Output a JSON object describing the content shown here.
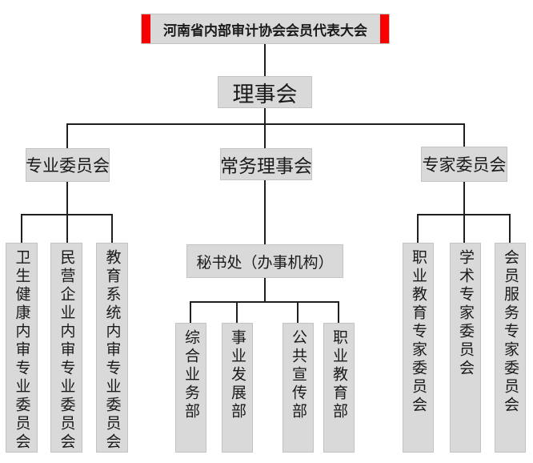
{
  "diagram": {
    "type": "org-chart",
    "root": {
      "label": "河南省内部审计协会会员代表大会"
    },
    "board": {
      "label": "理事会"
    },
    "branches": {
      "professional": {
        "label": "专业委员会",
        "children": [
          {
            "label": "卫生健康内审专业委员会"
          },
          {
            "label": "民营企业内审专业委员会"
          },
          {
            "label": "教育系统内审专业委员会"
          }
        ]
      },
      "standing": {
        "label": "常务理事会",
        "secretariat": {
          "label": "秘书处（办事机构）"
        },
        "departments": [
          {
            "label": "综合业务部"
          },
          {
            "label": "事业发展部"
          },
          {
            "label": "公共宣传部"
          },
          {
            "label": "职业教育部"
          }
        ]
      },
      "expert": {
        "label": "专家委员会",
        "children": [
          {
            "label": "职业教育专家委员会"
          },
          {
            "label": "学术专家委员会"
          },
          {
            "label": "会员服务专家委员会"
          }
        ]
      }
    },
    "colors": {
      "box_fill": "#d9d9d9",
      "box_border": "#c3c3c3",
      "line": "#1f1f1f",
      "accent_red": "#f80000",
      "text": "#1a1a1a",
      "background": "#ffffff"
    }
  }
}
